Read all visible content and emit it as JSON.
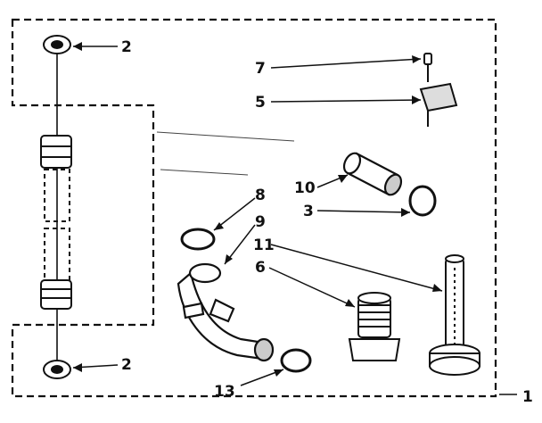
{
  "diagram": {
    "callouts": {
      "washer_top": "2",
      "washer_bottom": "2",
      "screw": "7",
      "clip": "5",
      "connector": "10",
      "ring_connector": "3",
      "gasket_elbow": "8",
      "elbow": "9",
      "nozzle": "11",
      "fitting": "6",
      "gasket_bottom": "13",
      "assembly": "1"
    }
  }
}
